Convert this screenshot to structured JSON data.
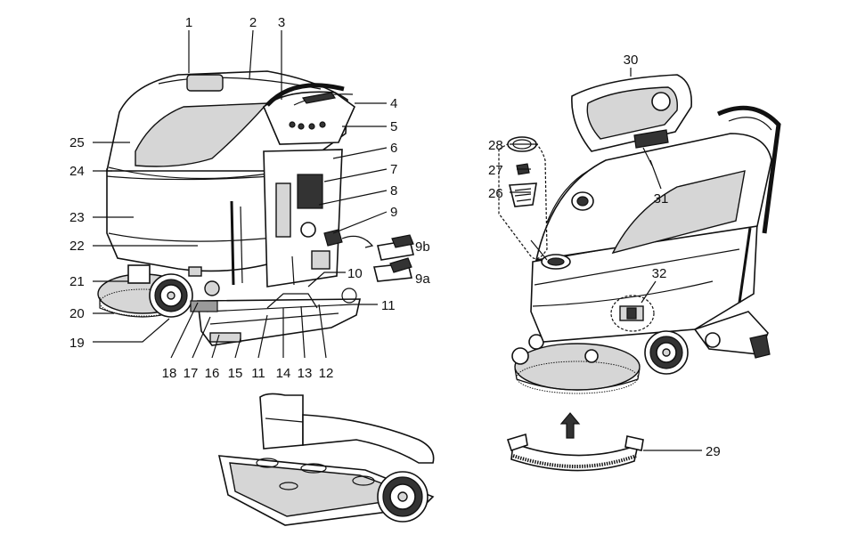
{
  "diagram": {
    "callouts": {
      "c1": "1",
      "c2": "2",
      "c3": "3",
      "c4": "4",
      "c5": "5",
      "c6": "6",
      "c7": "7",
      "c8": "8",
      "c9": "9",
      "c9a": "9a",
      "c9b": "9b",
      "c10": "10",
      "c11a": "11",
      "c11b": "11",
      "c12": "12",
      "c13": "13",
      "c14": "14",
      "c15": "15",
      "c16": "16",
      "c17": "17",
      "c18": "18",
      "c19": "19",
      "c20": "20",
      "c21": "21",
      "c22": "22",
      "c23": "23",
      "c24": "24",
      "c25": "25",
      "c26": "26",
      "c27": "27",
      "c28": "28",
      "c29": "29",
      "c30": "30",
      "c31": "31",
      "c32": "32"
    }
  }
}
